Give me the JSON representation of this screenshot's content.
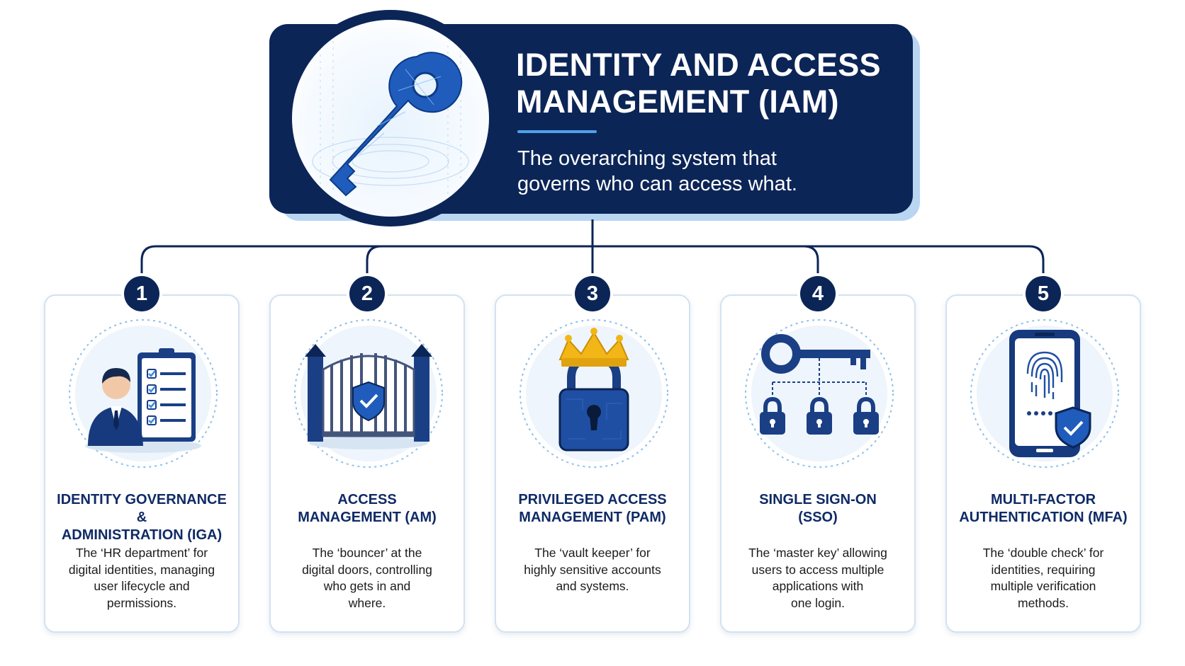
{
  "header": {
    "title": "IDENTITY AND ACCESS\nMANAGEMENT (IAM)",
    "subtitle": "The overarching system that\ngoverns who can access what.",
    "icon": "key-icon"
  },
  "colors": {
    "navy": "#0c2557",
    "accent_blue": "#4ea3ea",
    "light_blue": "#b9d5f2",
    "gold": "#f2b617"
  },
  "pillars": [
    {
      "number": "1",
      "title": "IDENTITY GOVERNANCE &\nADMINISTRATION (IGA)",
      "description": "The ‘HR department’ for\ndigital identities, managing\nuser lifecycle and\npermissions.",
      "icon": "administrator-checklist-icon"
    },
    {
      "number": "2",
      "title": "ACCESS\nMANAGEMENT (AM)",
      "description": "The ‘bouncer’ at the\ndigital doors, controlling\nwho gets in and\nwhere.",
      "icon": "gate-shield-icon"
    },
    {
      "number": "3",
      "title": "PRIVILEGED ACCESS\nMANAGEMENT (PAM)",
      "description": "The ‘vault keeper’ for\nhighly sensitive accounts\nand systems.",
      "icon": "crowned-padlock-icon"
    },
    {
      "number": "4",
      "title": "SINGLE SIGN-ON\n(SSO)",
      "description": "The ‘master key’ allowing\nusers to access multiple\napplications with\none login.",
      "icon": "master-key-locks-icon"
    },
    {
      "number": "5",
      "title": "MULTI-FACTOR\nAUTHENTICATION (MFA)",
      "description": "The ‘double check’ for\nidentities, requiring\nmultiple verification\nmethods.",
      "icon": "phone-fingerprint-icon"
    }
  ]
}
